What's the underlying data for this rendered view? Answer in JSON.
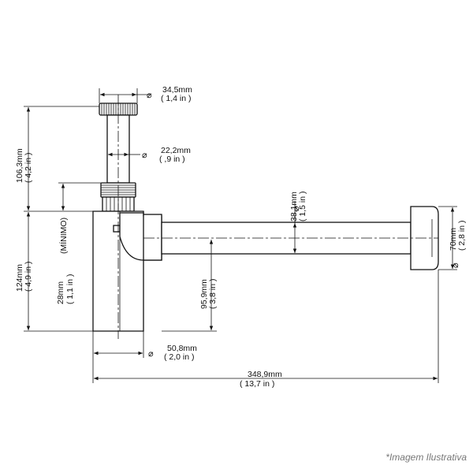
{
  "dimensions": {
    "cap_diameter": {
      "mm": "34,5mm",
      "in": "( 1,4 in )"
    },
    "tube_diameter": {
      "mm": "22,2mm",
      "in": "( ,9 in )"
    },
    "pipe_diameter": {
      "mm": "38,1mm",
      "in": "( 1,5 in )"
    },
    "flange_diameter": {
      "mm": "70mm",
      "in": "( 2,8 in )"
    },
    "top_height": {
      "mm": "106,3mm",
      "in": "( 4,2 in )"
    },
    "body_height": {
      "mm": "124mm",
      "in": "( 4,9 in )"
    },
    "min_height": {
      "mm": "28mm",
      "in": "( 1,1 in )",
      "note": "(MÍNIMO)"
    },
    "outlet_height": {
      "mm": "95,9mm",
      "in": "( 3,8 in )"
    },
    "body_diameter": {
      "mm": "50,8mm",
      "in": "( 2,0 in )"
    },
    "total_length": {
      "mm": "348,9mm",
      "in": "( 13,7 in )"
    }
  },
  "symbols": {
    "diameter": "⌀"
  },
  "footer": {
    "note": "*Imagem Ilustrativa"
  }
}
